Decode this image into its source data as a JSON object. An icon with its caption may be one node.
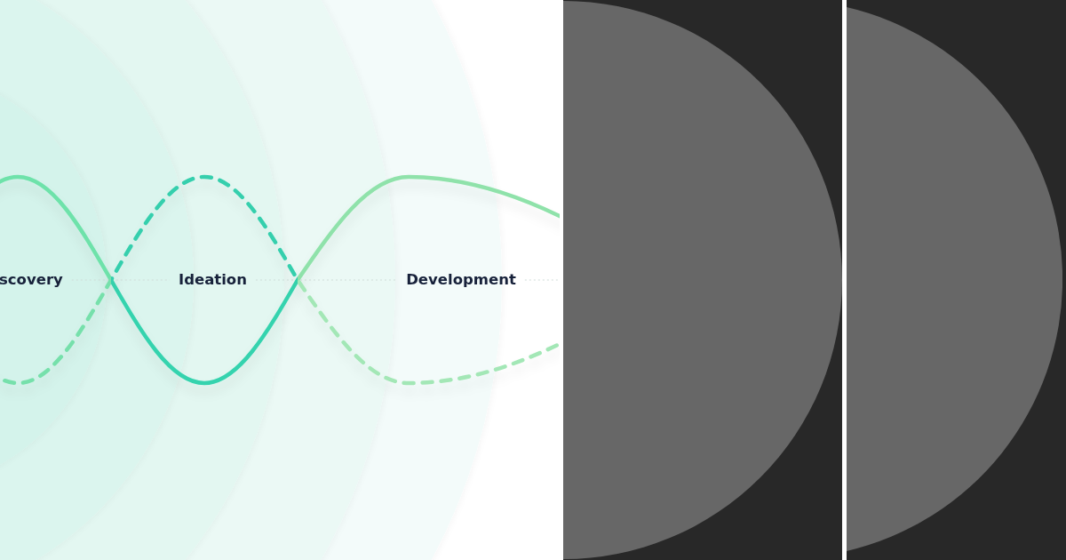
{
  "diagram": {
    "labels": [
      "scovery",
      "Ideation",
      "Development"
    ]
  }
}
